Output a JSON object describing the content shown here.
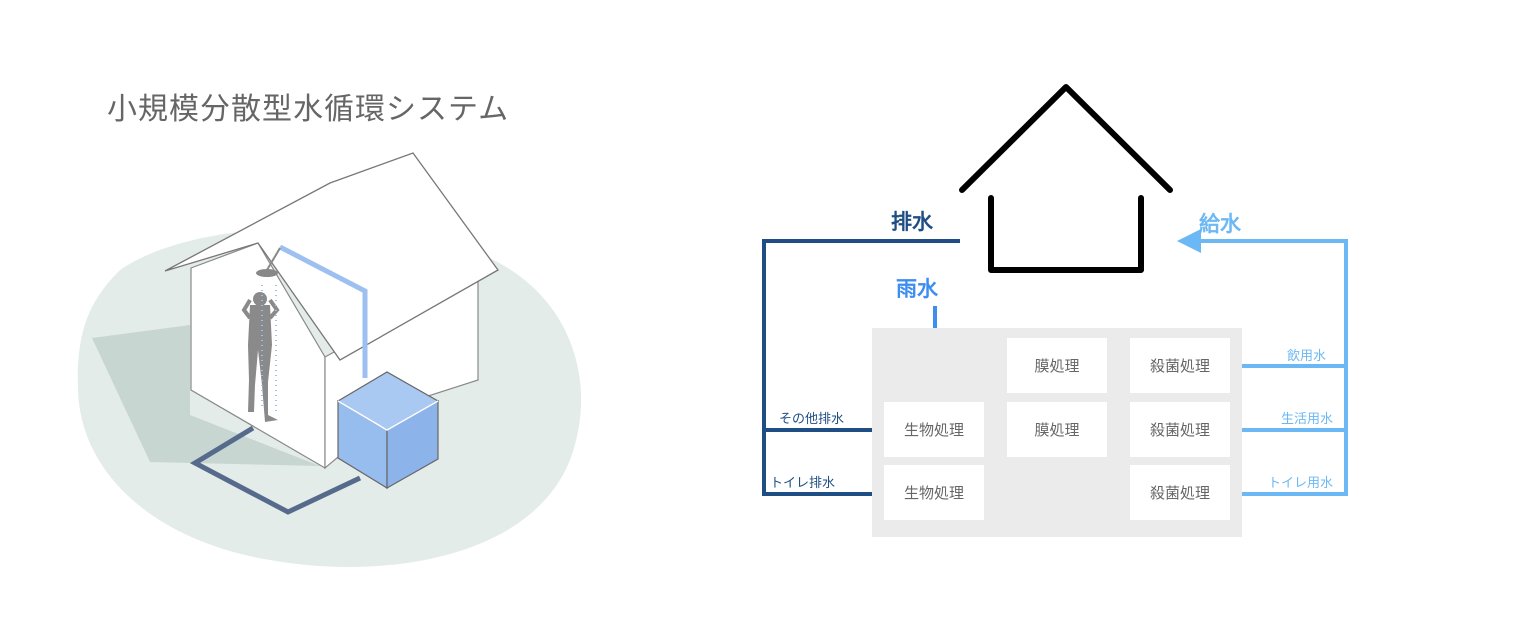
{
  "title": "小規模分散型水循環システム",
  "colors": {
    "drain": "#1f4e85",
    "rain": "#3d8ef0",
    "supply": "#6bb8f5",
    "panel": "#ebebeb",
    "tank": "#97bcee"
  },
  "flow": {
    "drain_label": "排水",
    "rain_label": "雨水",
    "supply_label": "給水",
    "inputs": [
      "その他排水",
      "トイレ排水"
    ],
    "outputs": [
      "飲用水",
      "生活用水",
      "トイレ用水"
    ],
    "rows": [
      [
        "",
        "膜処理",
        "殺菌処理"
      ],
      [
        "生物処理",
        "膜処理",
        "殺菌処理"
      ],
      [
        "生物処理",
        "",
        "殺菌処理"
      ]
    ]
  },
  "illustration": {
    "icons": [
      "house-icon",
      "shower-icon",
      "person-icon",
      "water-tank-icon",
      "drain-pipe-icon"
    ]
  }
}
